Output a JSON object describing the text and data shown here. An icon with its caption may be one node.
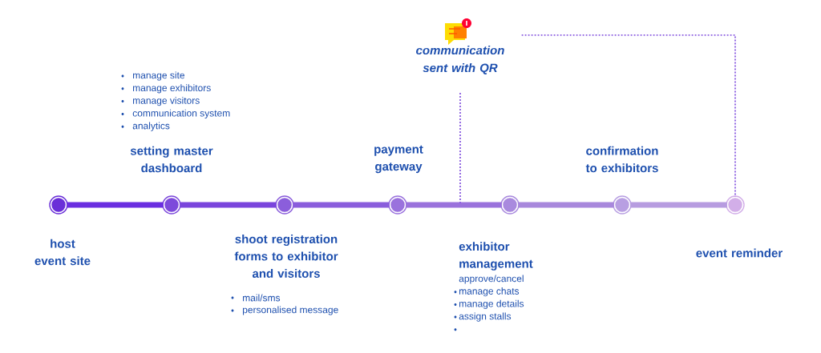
{
  "diagram": {
    "nodes": [
      {
        "text": [],
        "shape": "circle",
        "beside": [
          "host event site"
        ]
      },
      {
        "text": [],
        "shape": "circle",
        "beside": [
          "setting master dashboard",
          "manage site",
          "manage exhibitors",
          "manage visitors",
          "communication system",
          "analytics"
        ]
      },
      {
        "text": [],
        "shape": "circle",
        "beside": [
          "shoot registration forms to exhibitor and visitors",
          "mail/sms",
          "personalised message"
        ]
      },
      {
        "text": [],
        "shape": "circle",
        "beside": [
          "payment gateway"
        ]
      },
      {
        "text": [],
        "shape": "circle",
        "beside": [
          "exhibitor management",
          "approve/cancel",
          "manage chats",
          "manage details",
          "assign stalls"
        ]
      },
      {
        "text": [],
        "shape": "circle",
        "beside": [
          "confirmation to exhibitors"
        ]
      },
      {
        "text": [],
        "shape": "circle",
        "beside": [
          "event reminder"
        ]
      },
      {
        "text": [
          "communication sent with QR"
        ]
      }
    ],
    "edges": [
      {
        "from": 0,
        "to": 1,
        "arrow": "none",
        "color": "#6a2ee0"
      },
      {
        "from": 1,
        "to": 2,
        "arrow": "none",
        "color": "#7a45dc"
      },
      {
        "from": 2,
        "to": 3,
        "arrow": "none",
        "color": "#8a5ddc"
      },
      {
        "from": 3,
        "to": 4,
        "arrow": "none",
        "color": "#9a72dc"
      },
      {
        "from": 4,
        "to": 5,
        "arrow": "none",
        "color": "#a888dc"
      },
      {
        "from": 5,
        "to": 6,
        "arrow": "none",
        "color": "#b79ce0"
      },
      {
        "from": 7,
        "to": null,
        "arrow": "none",
        "style": "dashed",
        "color": "#8a5ce0"
      },
      {
        "from": 7,
        "to": 6,
        "arrow": "none",
        "style": "dashed",
        "color": "#8a5ce0"
      }
    ]
  }
}
